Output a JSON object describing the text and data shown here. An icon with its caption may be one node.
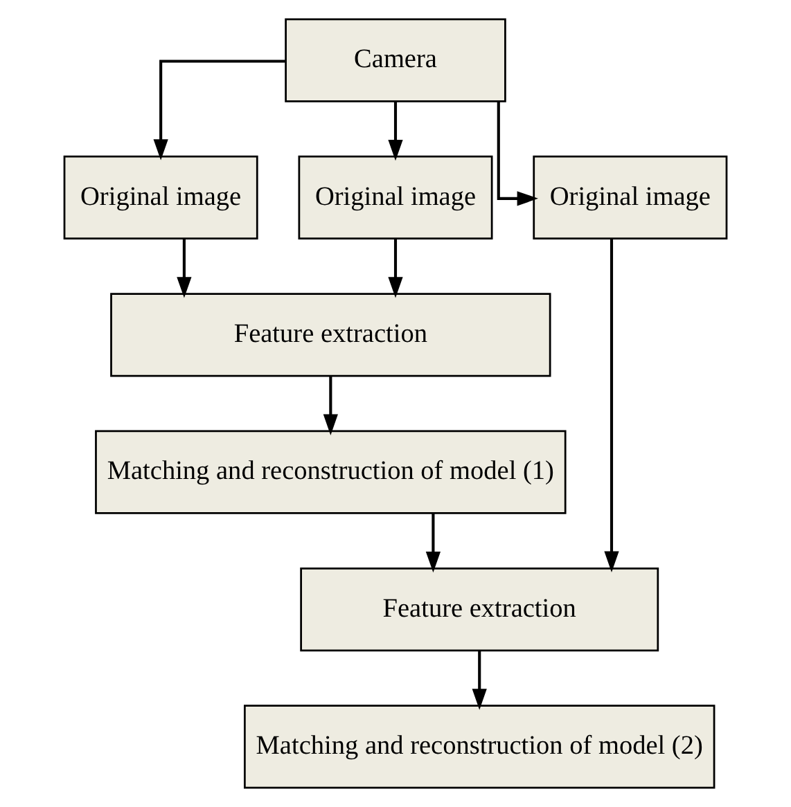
{
  "diagram": {
    "nodes": [
      {
        "text": [
          "Camera"
        ]
      },
      {
        "text": [
          "Original image"
        ]
      },
      {
        "text": [
          "Original image"
        ]
      },
      {
        "text": [
          "Original image"
        ]
      },
      {
        "text": [
          "Feature extraction"
        ]
      },
      {
        "text": [
          "Matching and reconstruction of model (1)"
        ]
      },
      {
        "text": [
          "Feature extraction"
        ]
      },
      {
        "text": [
          "Matching and reconstruction of model (2)"
        ]
      }
    ],
    "edges": [
      {
        "from": 0,
        "to": 1,
        "arrow": "to"
      },
      {
        "from": 0,
        "to": 2,
        "arrow": "to"
      },
      {
        "from": 0,
        "to": 3,
        "arrow": "to"
      },
      {
        "from": 1,
        "to": 4,
        "arrow": "to"
      },
      {
        "from": 2,
        "to": 4,
        "arrow": "to"
      },
      {
        "from": 4,
        "to": 5,
        "arrow": "to"
      },
      {
        "from": 5,
        "to": 6,
        "arrow": "to"
      },
      {
        "from": 3,
        "to": 6,
        "arrow": "to"
      },
      {
        "from": 6,
        "to": 7,
        "arrow": "to"
      }
    ]
  }
}
